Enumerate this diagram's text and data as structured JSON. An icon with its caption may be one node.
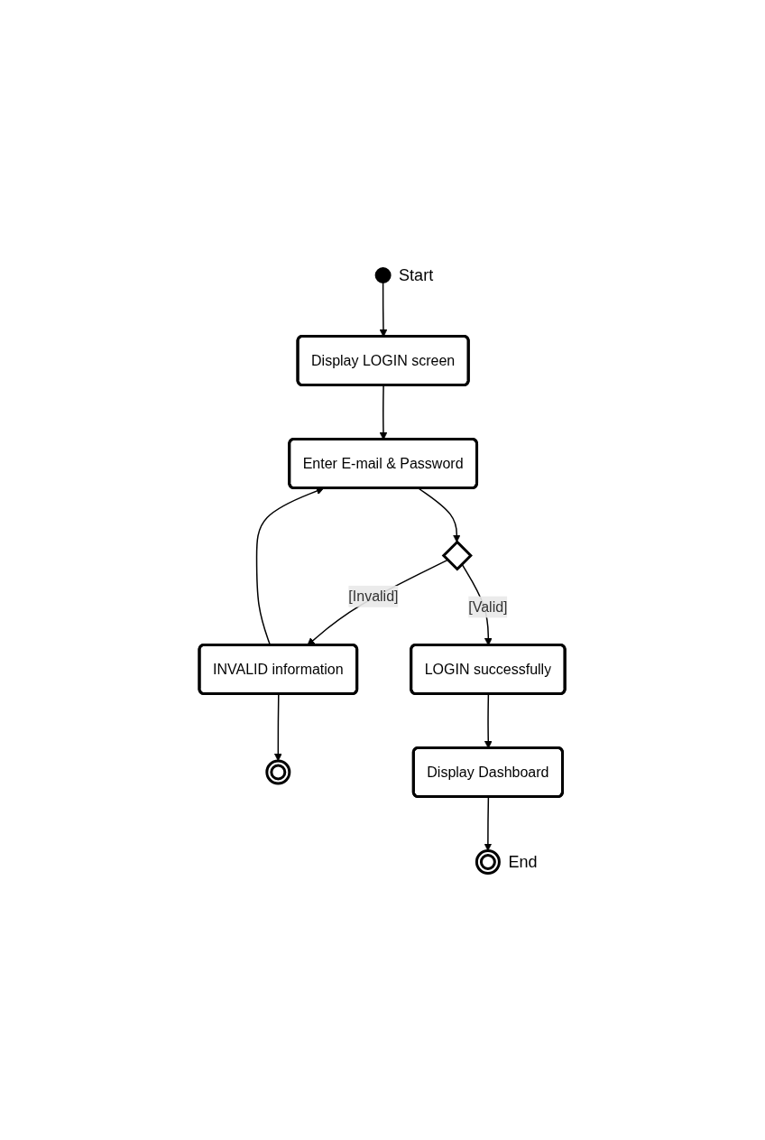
{
  "diagram": {
    "nodes": [
      {
        "text": [],
        "shape": "circle",
        "beside": [
          "Start"
        ]
      },
      {
        "text": [
          "Display LOGIN screen"
        ]
      },
      {
        "text": [
          "Enter E-mail & Password"
        ]
      },
      {
        "text": [],
        "shape": "diamond"
      },
      {
        "text": [
          "INVALID information"
        ]
      },
      {
        "text": [],
        "shape": "circle"
      },
      {
        "text": [
          "LOGIN successfully"
        ]
      },
      {
        "text": [
          "Display Dashboard"
        ]
      },
      {
        "text": [],
        "shape": "circle",
        "beside": [
          "End"
        ]
      }
    ],
    "edges": [
      {
        "from": 0,
        "to": 1,
        "arrow": "to"
      },
      {
        "from": 1,
        "to": 2,
        "arrow": "to"
      },
      {
        "from": 2,
        "to": 3,
        "arrow": "to"
      },
      {
        "from": 3,
        "to": 4,
        "arrow": "to",
        "label": "[Invalid]"
      },
      {
        "from": 4,
        "to": 2,
        "arrow": "to"
      },
      {
        "from": 4,
        "to": 5,
        "arrow": "to"
      },
      {
        "from": 3,
        "to": 6,
        "arrow": "to",
        "label": "[Valid]"
      },
      {
        "from": 6,
        "to": 7,
        "arrow": "to"
      },
      {
        "from": 7,
        "to": 8,
        "arrow": "to"
      }
    ]
  }
}
